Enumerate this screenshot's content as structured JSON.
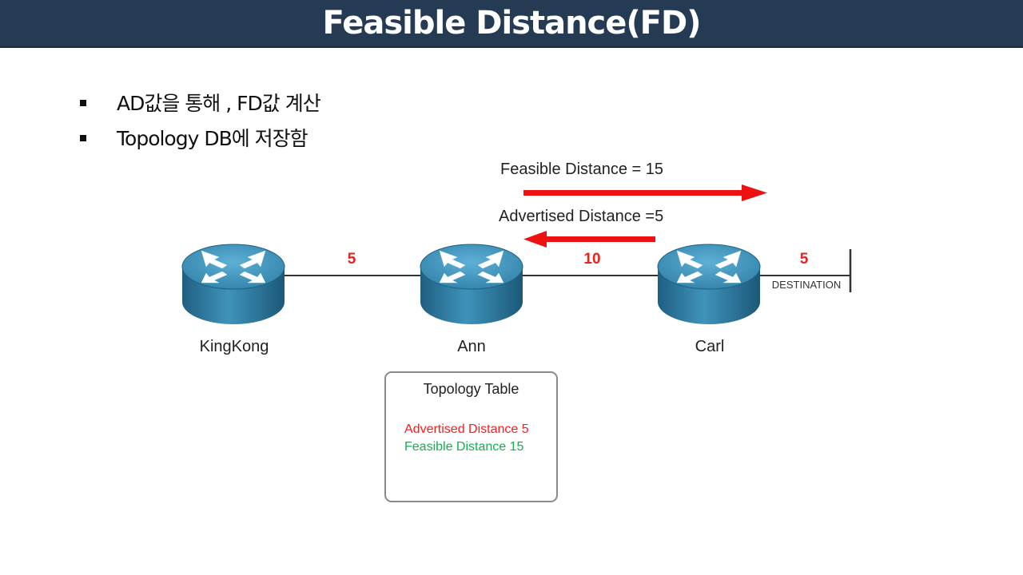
{
  "header": {
    "title": "Feasible Distance(FD)"
  },
  "bullets": [
    {
      "text": "AD값을 통해 , FD값 계산"
    },
    {
      "text": "Topology DB에 저장함"
    }
  ],
  "diagram": {
    "feasible_label": "Feasible Distance = 15",
    "advertised_label": "Advertised Distance =5",
    "routers": [
      {
        "name": "KingKong"
      },
      {
        "name": "Ann"
      },
      {
        "name": "Carl"
      }
    ],
    "links": [
      {
        "cost": "5"
      },
      {
        "cost": "10"
      },
      {
        "cost": "5"
      }
    ],
    "destination_label": "DESTINATION",
    "arrow_color": "#ee1111",
    "cost_color": "#e8221e",
    "router_color": "#3c8fb7"
  },
  "topology_table": {
    "title": "Topology Table",
    "advertised": "Advertised Distance 5",
    "feasible": "Feasible Distance 15",
    "advertised_color": "#ff1a1a",
    "feasible_color": "#12b050"
  }
}
